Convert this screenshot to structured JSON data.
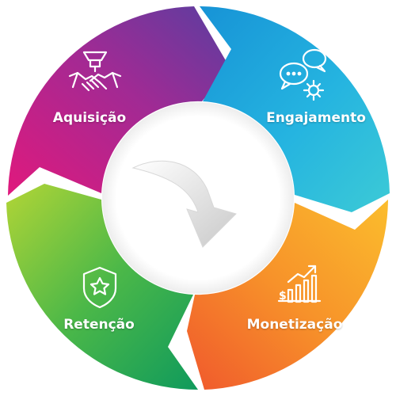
{
  "diagram": {
    "segments": [
      {
        "id": "aquisicao",
        "label": "Aquisição",
        "icon": "handshake-funnel-icon",
        "colors": [
          "#e0197d",
          "#8e2f9a",
          "#5a3ea0"
        ]
      },
      {
        "id": "engajamento",
        "label": "Engajamento",
        "icon": "chat-gear-icon",
        "colors": [
          "#1aa6dd",
          "#27b9e0",
          "#38cbd8"
        ]
      },
      {
        "id": "monetizacao",
        "label": "Monetização",
        "icon": "growth-chart-dollar-icon",
        "colors": [
          "#fbbd2d",
          "#f7922a",
          "#f15f2c"
        ]
      },
      {
        "id": "retencao",
        "label": "Retenção",
        "icon": "shield-star-icon",
        "colors": [
          "#a4cf3a",
          "#4cb848",
          "#17a15a"
        ]
      }
    ],
    "center_icon": "curved-arrow-icon"
  }
}
